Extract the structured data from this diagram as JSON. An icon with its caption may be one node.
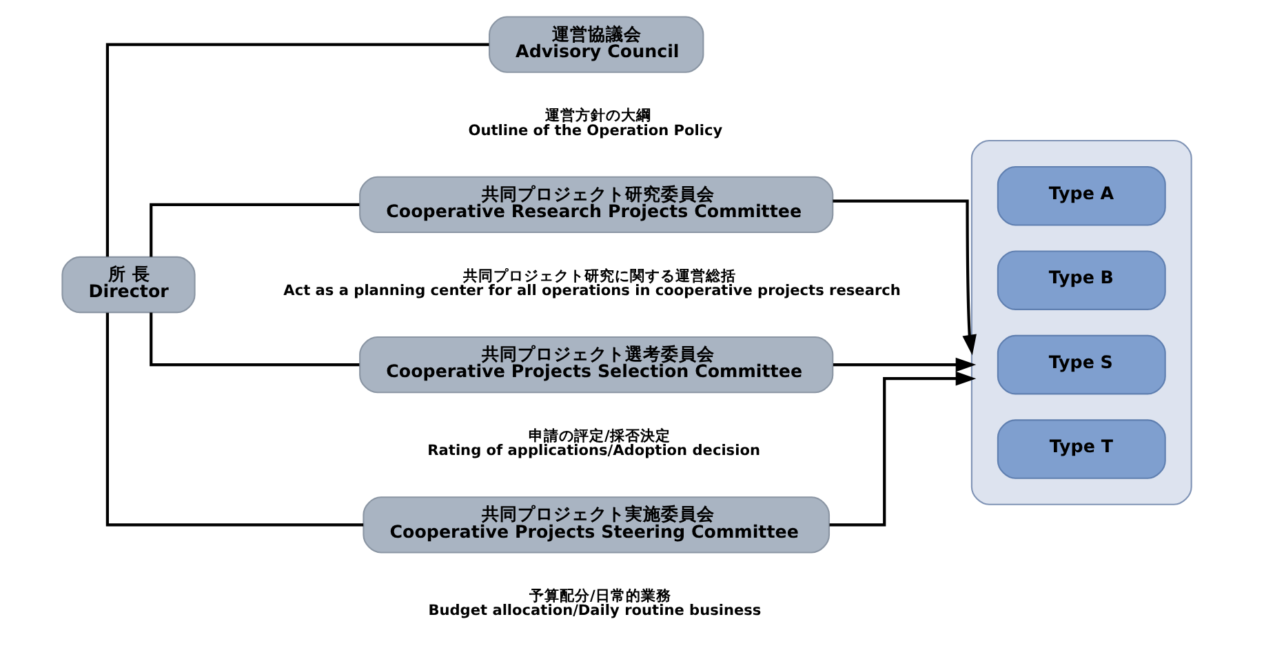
{
  "diagram": {
    "nodes": [
      {
        "text": [
          "所 長",
          "Director"
        ]
      },
      {
        "text": [
          "運営協議会",
          "Advisory Council"
        ],
        "beside": [
          "運営方針の大綱",
          "Outline of the Operation Policy"
        ]
      },
      {
        "text": [
          "共同プロジェクト研究委員会",
          "Cooperative Research Projects Committee"
        ],
        "beside": [
          "共同プロジェクト研究に関する運営総括",
          "Act as a planning center for all operations in cooperative projects research"
        ]
      },
      {
        "text": [
          "共同プロジェクト選考委員会",
          "Cooperative Projects Selection Committee"
        ],
        "beside": [
          "申請の評定/採否決定",
          "Rating of applications/Adoption decision"
        ]
      },
      {
        "text": [
          "共同プロジェクト実施委員会",
          "Cooperative Projects Steering Committee"
        ],
        "beside": [
          "予算配分/日常的業務",
          "Budget allocation/Daily routine business"
        ]
      },
      {
        "text": [],
        "shape": "box"
      },
      {
        "text": [
          "Type A"
        ],
        "in": 5
      },
      {
        "text": [
          "Type B"
        ],
        "in": 5
      },
      {
        "text": [
          "Type S"
        ],
        "in": 5
      },
      {
        "text": [
          "Type T"
        ],
        "in": 5
      }
    ],
    "edges": [
      {
        "from": 0,
        "to": 1,
        "arrow": "none"
      },
      {
        "from": 0,
        "to": 2,
        "arrow": "none"
      },
      {
        "from": 0,
        "to": 3,
        "arrow": "none"
      },
      {
        "from": 0,
        "to": 4,
        "arrow": "none"
      },
      {
        "from": 2,
        "to": 5,
        "arrow": "to"
      },
      {
        "from": 3,
        "to": 5,
        "arrow": "to"
      },
      {
        "from": 4,
        "to": 5,
        "arrow": "to"
      }
    ]
  }
}
